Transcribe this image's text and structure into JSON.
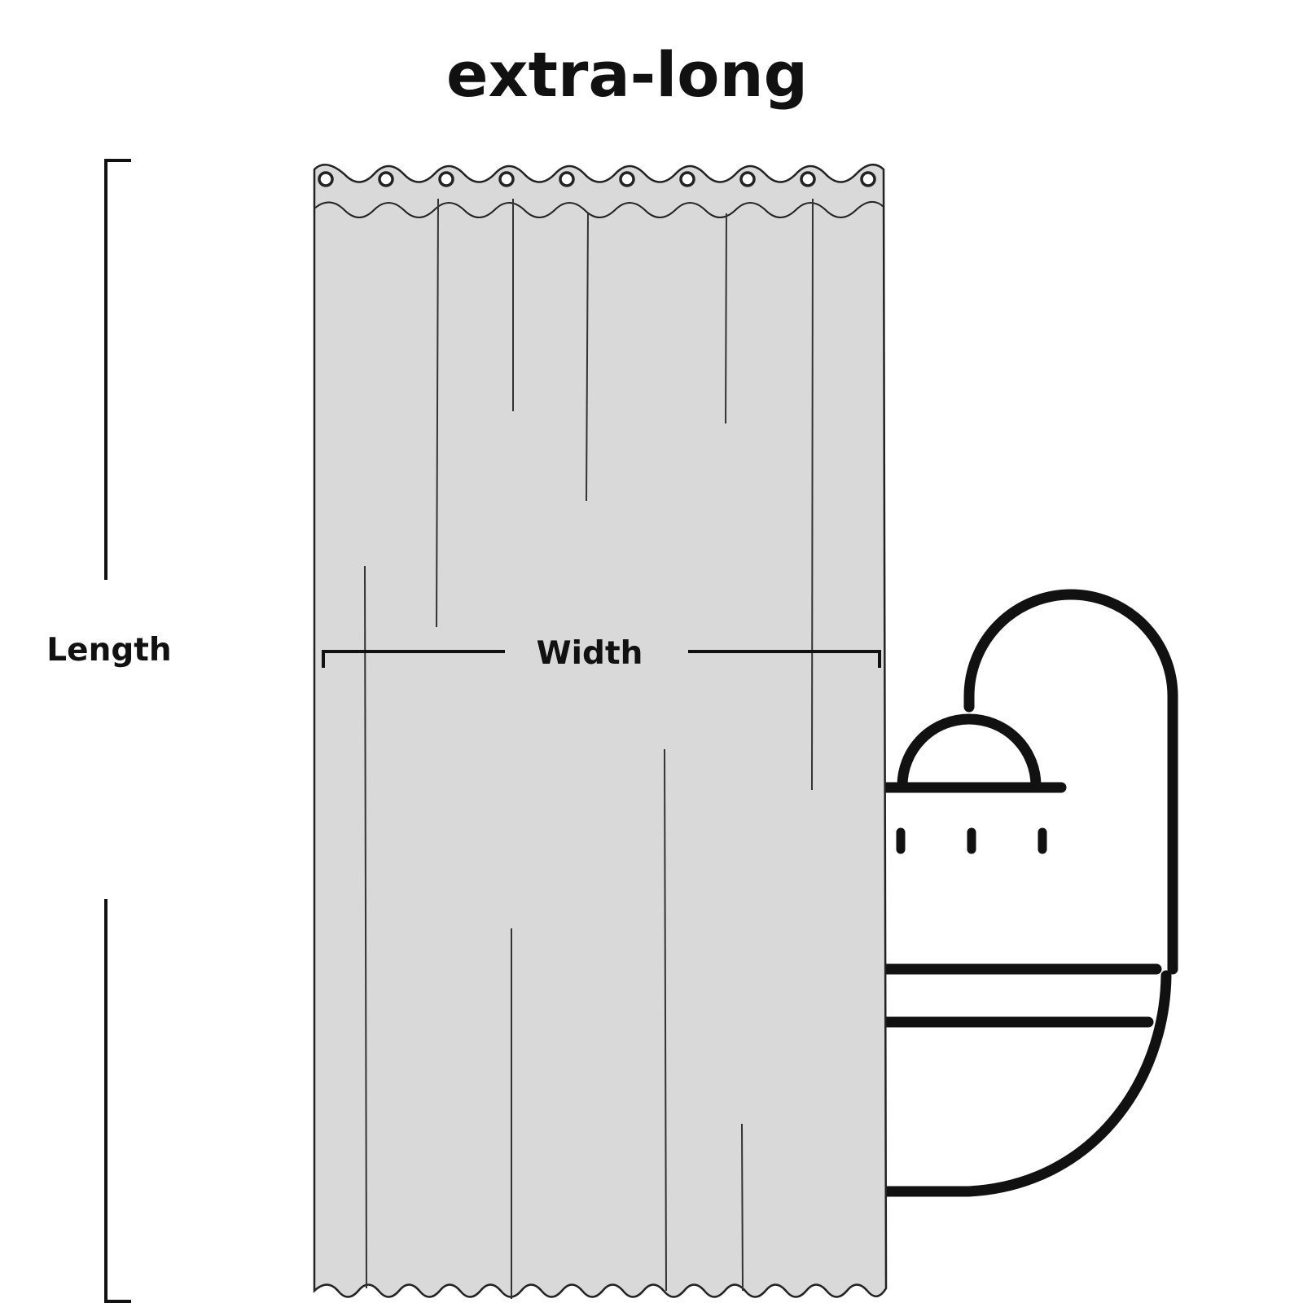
{
  "title": "extra-long",
  "dimensions": {
    "length_label": "Length",
    "width_label": "Width"
  },
  "curtain": {
    "grommet_count": 10,
    "fill_color": "#d9d9d9",
    "outline_color": "#222222"
  },
  "shower_icon": {
    "name": "shower-bathtub-icon",
    "stroke_color": "#111111"
  }
}
